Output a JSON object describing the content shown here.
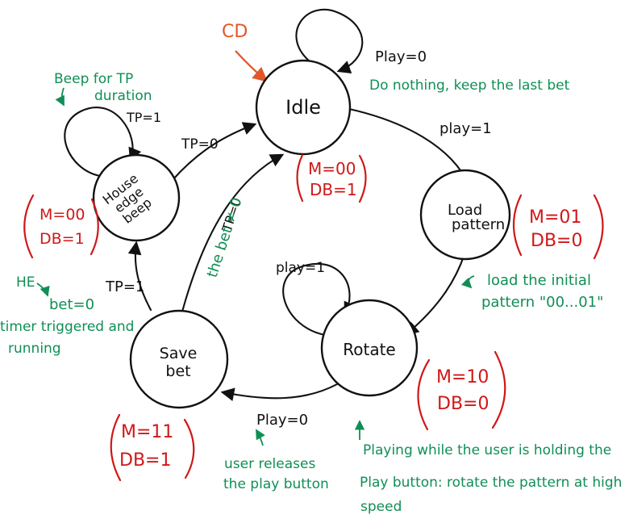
{
  "colors": {
    "ink": "#111111",
    "outputs": "#d01818",
    "notes": "#0f8f55",
    "reset": "#e2572a"
  },
  "states": {
    "idle": {
      "label": "Idle",
      "outputs": [
        "M=00",
        "DB=1"
      ]
    },
    "load": {
      "label_1": "Load",
      "label_2": "pattern",
      "outputs": [
        "M=01",
        "DB=0"
      ]
    },
    "rotate": {
      "label": "Rotate",
      "outputs": [
        "M=10",
        "DB=0"
      ]
    },
    "save": {
      "label_1": "Save",
      "label_2": "bet",
      "outputs": [
        "M=11",
        "DB=1"
      ]
    },
    "house": {
      "label_1": "House",
      "label_2": "edge",
      "label_3": "beep",
      "outputs": [
        "M=00",
        "DB=1"
      ]
    }
  },
  "reset": "CD",
  "transitions": {
    "idle_self": "Play=0",
    "idle_to_load": "play=1",
    "load_to_rotate": "",
    "rotate_self": "play=1",
    "rotate_to_save": "Play=0",
    "save_to_idle_1": "TP=0",
    "save_to_idle_2": "the bet ≠ 0",
    "save_to_house": "TP=1",
    "house_self": "TP=1",
    "house_to_idle": "TP=0"
  },
  "notes": {
    "idle": "Do nothing, keep the last bet",
    "house_1": "Beep for TP",
    "house_2": "duration",
    "load_1": "load the initial",
    "load_2": "pattern \"00...01\"",
    "he_1": "HE",
    "he_2": "bet=0",
    "he_3": "timer triggered and",
    "he_4": "running",
    "release_1": "user releases",
    "release_2": "the play button",
    "playing_1": "Playing while the user is holding the",
    "playing_2": "Play button: rotate the pattern at high",
    "playing_3": "speed"
  }
}
